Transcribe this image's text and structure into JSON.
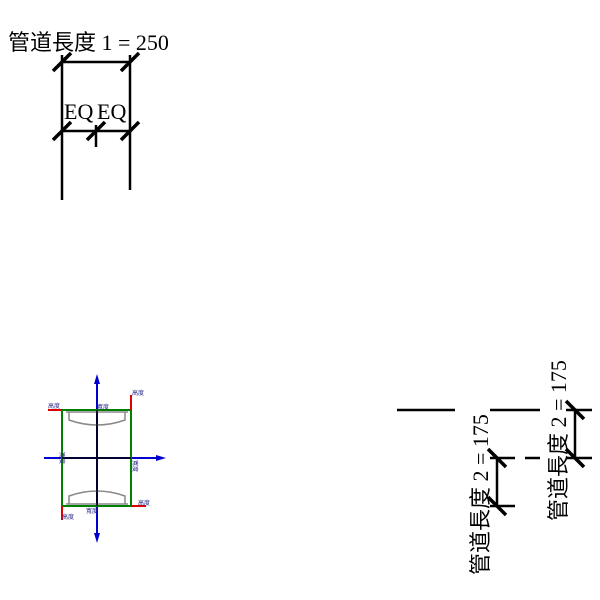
{
  "dimensions": {
    "pipe_length_1": "管道長度 1 = 250",
    "eq_left": "EQ",
    "eq_right": "EQ",
    "pipe_length_2_a": "管道長度 2 = 175",
    "pipe_length_2_b": "管道長度 2 = 175"
  },
  "symbol": {
    "height_label": "高度",
    "width_label": "寬度"
  },
  "colors": {
    "line": "#000000",
    "arrow": "#0000cc",
    "outline": "#008000",
    "reference": "#dd0000",
    "curve": "#888888"
  }
}
